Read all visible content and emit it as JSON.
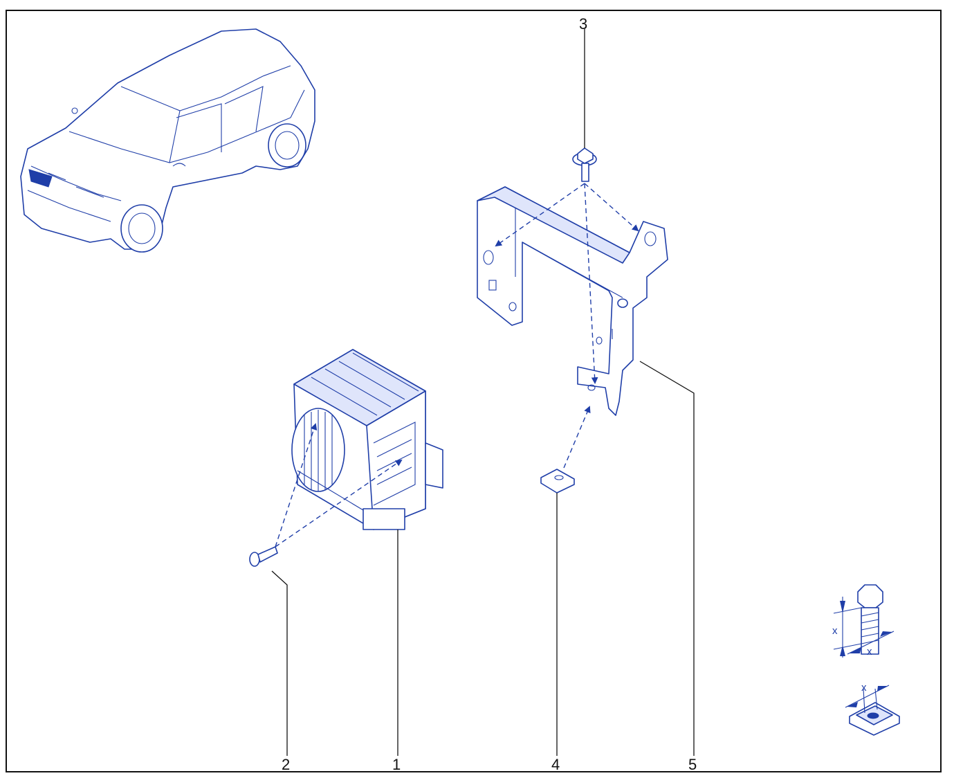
{
  "diagram": {
    "callouts": [
      {
        "label": "1",
        "part": "unit-with-grille"
      },
      {
        "label": "2",
        "part": "screw"
      },
      {
        "label": "3",
        "part": "bolt"
      },
      {
        "label": "4",
        "part": "clip-nut"
      },
      {
        "label": "5",
        "part": "mounting-bracket"
      }
    ],
    "legend": {
      "bolt_dimension_label": "x",
      "bolt_diameter_label": "x",
      "clip_dimension_label": "x"
    },
    "colors": {
      "line": "#1f3ea8",
      "fill": "#dfe5fb",
      "leader": "#111111",
      "frame": "#111111"
    }
  }
}
